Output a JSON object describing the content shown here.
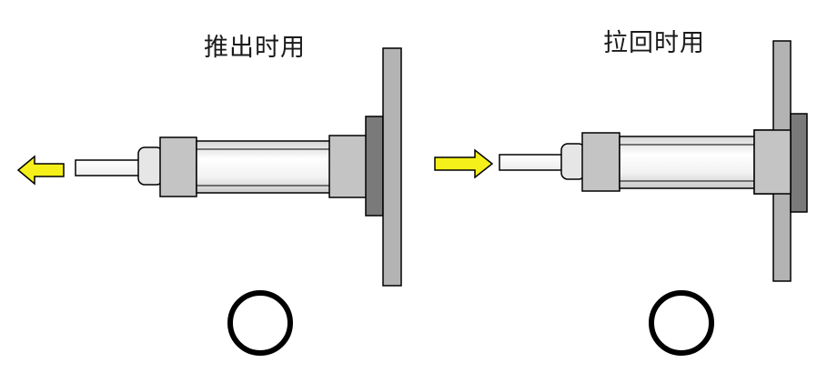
{
  "panels": [
    {
      "caption": "推出时用",
      "arrow": "left"
    },
    {
      "caption": "拉回时用",
      "arrow": "right"
    }
  ],
  "colors": {
    "background": "#ffffff",
    "plate": "#b3b3b3",
    "flange": "#7a7a7a",
    "cap_block": "#c4c4c4",
    "barrel_light": "#ffffff",
    "barrel_shade": "#dcdcdc",
    "rod": "#ffffff",
    "arrow_fill": "#f5f01a",
    "outline": "#000000"
  }
}
